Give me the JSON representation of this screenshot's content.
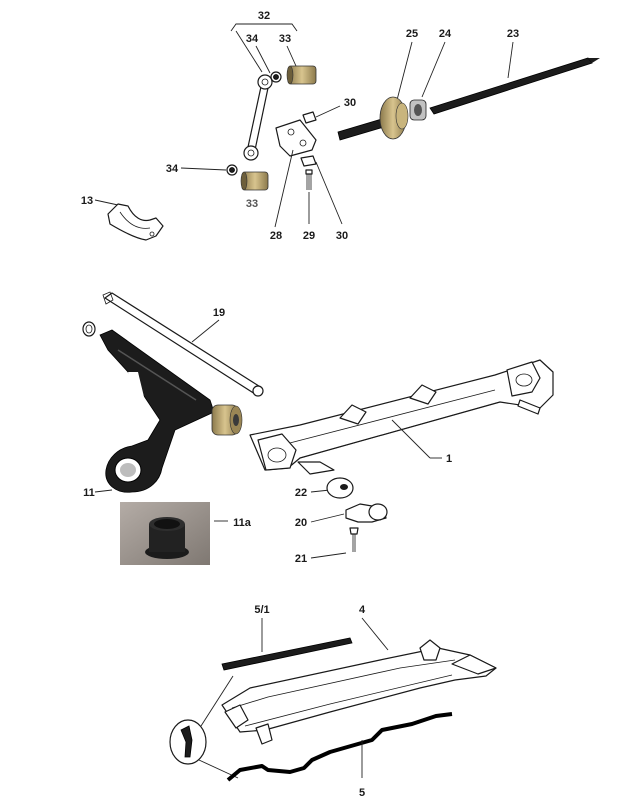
{
  "callouts": {
    "c32": "32",
    "c34_top": "34",
    "c33_top": "33",
    "c25": "25",
    "c24": "24",
    "c23": "23",
    "c30_top": "30",
    "c34_left": "34",
    "c13": "13",
    "c33_bottom": "33",
    "c28": "28",
    "c29": "29",
    "c30_bottom": "30",
    "c19": "19",
    "c1": "1",
    "c22": "22",
    "c11": "11",
    "c11a": "11a",
    "c20": "20",
    "c21": "21",
    "c5_1": "5/1",
    "c4": "4",
    "c5": "5"
  },
  "colors": {
    "ink": "#1a1a1a",
    "bushing_gold": "#b7a06a",
    "arm_black": "#1c1c1c",
    "photo_bg": "#9d958f"
  }
}
